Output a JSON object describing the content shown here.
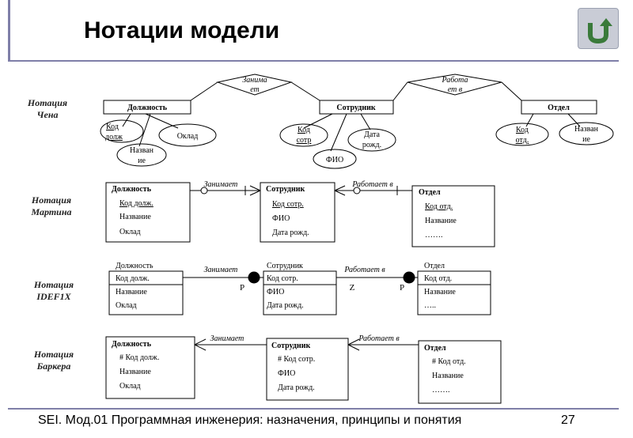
{
  "title": "Нотации модели",
  "footer": {
    "text": "SEI. Мод.01 Программная инженерия: назначения, принципы и понятия",
    "page": "27"
  },
  "icons": {
    "back": "back-arrow-icon"
  },
  "colors": {
    "accent": "#7f7fa8",
    "back_icon": "#3a7a3a"
  },
  "notations": {
    "chen": {
      "label_line1": "Нотация",
      "label_line2": "Чена",
      "entities": [
        "Должность",
        "Сотрудник",
        "Отдел"
      ],
      "relations": [
        [
          "Занима",
          "ет"
        ],
        [
          "Работа",
          "ет в"
        ]
      ],
      "attributes": {
        "kod_dolzh": [
          "Код",
          "долж"
        ],
        "oklad": [
          "Оклад"
        ],
        "nazvanie1": [
          "Назван",
          "ие"
        ],
        "kod_sotr": [
          "Код",
          "сотр"
        ],
        "data_rozhd": [
          "Дата",
          "рожд."
        ],
        "fio": [
          "ФИО"
        ],
        "kod_otd": [
          "Код",
          "отд."
        ],
        "nazvanie2": [
          "Назван",
          "ие"
        ]
      }
    },
    "martin": {
      "label_line1": "Нотация",
      "label_line2": "Мартина",
      "rel1": "Занимает",
      "rel2": "Работает в",
      "e1": {
        "name": "Должность",
        "attrs": [
          "Код долж.",
          "Название",
          "Оклад"
        ]
      },
      "e2": {
        "name": "Сотрудник",
        "attrs": [
          "Код сотр.",
          "ФИО",
          "Дата рожд."
        ]
      },
      "e3": {
        "name": "Отдел",
        "attrs": [
          "Код отд.",
          "Название",
          "……."
        ]
      }
    },
    "idef1x": {
      "label_line1": "Нотация",
      "label_line2": "IDEF1X",
      "rel1": "Занимает",
      "rel2": "Работает в",
      "card1": "P",
      "card2": "Z",
      "card3": "P",
      "e1": {
        "name": "Должность",
        "attrs": [
          "Код долж.",
          "Название",
          "Оклад"
        ]
      },
      "e2": {
        "name": "Сотрудник",
        "attrs": [
          "Код сотр.",
          "ФИО",
          "Дата рожд."
        ]
      },
      "e3": {
        "name": "Отдел",
        "attrs": [
          "Код отд.",
          "Название",
          "….."
        ]
      }
    },
    "barker": {
      "label_line1": "Нотация",
      "label_line2": "Баркера",
      "rel1": "Занимает",
      "rel2": "Работает в",
      "e1": {
        "name": "Должность",
        "attrs": [
          "# Код долж.",
          "Название",
          "Оклад"
        ]
      },
      "e2": {
        "name": "Сотрудник",
        "attrs": [
          "# Код сотр.",
          "ФИО",
          "Дата рожд."
        ]
      },
      "e3": {
        "name": "Отдел",
        "attrs": [
          "# Код отд.",
          "Название",
          "……."
        ]
      }
    }
  }
}
